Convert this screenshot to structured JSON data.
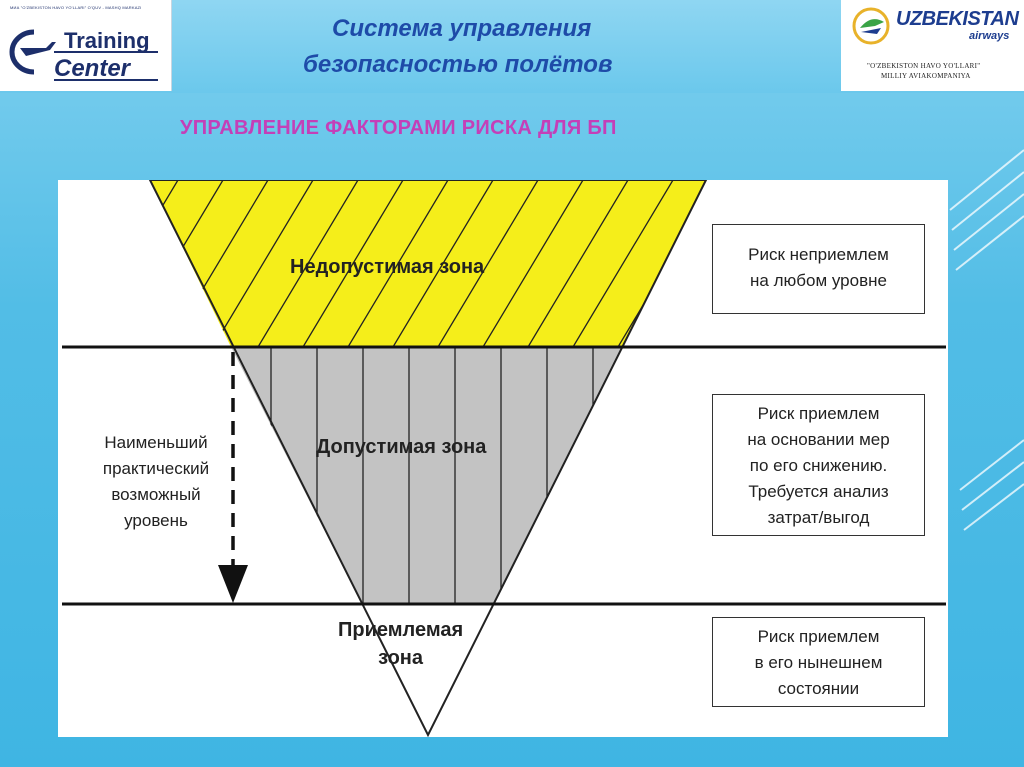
{
  "header": {
    "title_line1": "Система управления",
    "title_line2": "безопасностью полётов",
    "subtitle": "УПРАВЛЕНИЕ ФАКТОРАМИ РИСКА ДЛЯ БП"
  },
  "logo_left": {
    "small_text": "МИА \"O'ZBEKISTON HAVO YO'LLARI\" O'QUV - MASHQ MARKAZI",
    "word1": "Training",
    "word2": "Center"
  },
  "logo_right": {
    "brand": "UZBEKISTAN",
    "sub": "airways",
    "line1": "\"O'ZBEKISTON HAVO YO'LLARI\"",
    "line2": "MILLIY AVIAKOMPANIYA"
  },
  "diagram": {
    "zones": {
      "unacceptable": "Недопустимая зона",
      "tolerable": "Допустимая зона",
      "acceptable_line1": "Приемлемая",
      "acceptable_line2": "зона"
    },
    "left_label": [
      "Наименьший",
      "практический",
      "возможный",
      "уровень"
    ],
    "notes": {
      "unacceptable": [
        "Риск неприемлем",
        "на любом уровне"
      ],
      "tolerable": [
        "Риск приемлем",
        "на основании мер",
        "по его снижению.",
        "Требуется анализ",
        "затрат/выгод"
      ],
      "acceptable": [
        "Риск приемлем",
        "в его нынешнем",
        "состоянии"
      ]
    },
    "colors": {
      "unacceptable_fill": "#f5ee1a",
      "tolerable_fill": "#c3c3c3",
      "acceptable_fill": "#ffffff"
    }
  }
}
